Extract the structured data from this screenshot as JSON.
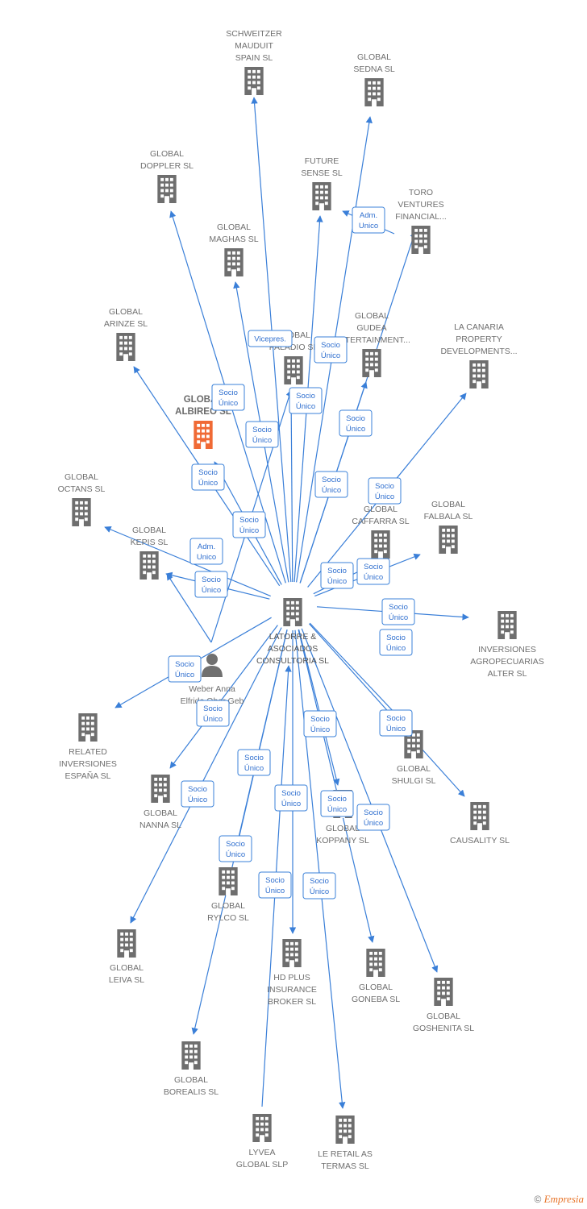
{
  "colors": {
    "edge": "#3a7fd8",
    "building": "#6e6e6e",
    "highlight": "#f06a35",
    "person": "#707070",
    "label": "#6f6f6f"
  },
  "center": {
    "id": "latorre",
    "label": [
      "LATORRE &",
      "ASOCIADOS",
      "CONSULTORIA SL"
    ],
    "icon": "building-icon"
  },
  "person": {
    "id": "weber",
    "label": [
      "Weber Anna",
      "Elfride Ober Geb"
    ],
    "icon": "person-icon"
  },
  "nodes": [
    {
      "id": "schweitzer",
      "label": [
        "SCHWEITZER",
        "MAUDUIT",
        "SPAIN SL"
      ],
      "icon": "building-icon"
    },
    {
      "id": "sedna",
      "label": [
        "GLOBAL",
        "SEDNA SL"
      ],
      "icon": "building-icon"
    },
    {
      "id": "doppler",
      "label": [
        "GLOBAL",
        "DOPPLER SL"
      ],
      "icon": "building-icon"
    },
    {
      "id": "future",
      "label": [
        "FUTURE",
        "SENSE SL"
      ],
      "icon": "building-icon"
    },
    {
      "id": "toro",
      "label": [
        "TORO",
        "VENTURES",
        "FINANCIAL..."
      ],
      "icon": "building-icon"
    },
    {
      "id": "maghas",
      "label": [
        "GLOBAL",
        "MAGHAS SL"
      ],
      "icon": "building-icon"
    },
    {
      "id": "arinze",
      "label": [
        "GLOBAL",
        "ARINZE SL"
      ],
      "icon": "building-icon"
    },
    {
      "id": "paladio",
      "label": [
        "GLOBAL",
        "PALADIO SL"
      ],
      "icon": "building-icon"
    },
    {
      "id": "gudea",
      "label": [
        "GLOBAL",
        "GUDEA",
        "ENTERTAINMENT..."
      ],
      "icon": "building-icon"
    },
    {
      "id": "lacanaria",
      "label": [
        "LA CANARIA",
        "PROPERTY",
        "DEVELOPMENTS..."
      ],
      "icon": "building-icon"
    },
    {
      "id": "albireo",
      "label": [
        "GLOBAL",
        "ALBIREO SL"
      ],
      "icon": "building-icon",
      "highlight": true
    },
    {
      "id": "octans",
      "label": [
        "GLOBAL",
        "OCTANS SL"
      ],
      "icon": "building-icon"
    },
    {
      "id": "caffarra",
      "label": [
        "GLOBAL",
        "CAFFARRA SL"
      ],
      "icon": "building-icon"
    },
    {
      "id": "falbala",
      "label": [
        "GLOBAL",
        "FALBALA SL"
      ],
      "icon": "building-icon"
    },
    {
      "id": "kepis",
      "label": [
        "GLOBAL",
        "KEPIS SL"
      ],
      "icon": "building-icon"
    },
    {
      "id": "alter",
      "label": [
        "INVERSIONES",
        "AGROPECUARIAS",
        "ALTER SL"
      ],
      "icon": "building-icon"
    },
    {
      "id": "related",
      "label": [
        "RELATED",
        "INVERSIONES",
        "ESPAÑA SL"
      ],
      "icon": "building-icon"
    },
    {
      "id": "shulgi",
      "label": [
        "GLOBAL",
        "SHULGI SL"
      ],
      "icon": "building-icon"
    },
    {
      "id": "nanna",
      "label": [
        "GLOBAL",
        "NANNA SL"
      ],
      "icon": "building-icon"
    },
    {
      "id": "koppany",
      "label": [
        "GLOBAL",
        "KOPPANY SL"
      ],
      "icon": "building-icon"
    },
    {
      "id": "causality",
      "label": [
        "CAUSALITY SL"
      ],
      "icon": "building-icon"
    },
    {
      "id": "rylco",
      "label": [
        "GLOBAL",
        "RYLCO SL"
      ],
      "icon": "building-icon"
    },
    {
      "id": "leiva",
      "label": [
        "GLOBAL",
        "LEIVA SL"
      ],
      "icon": "building-icon"
    },
    {
      "id": "hdplus",
      "label": [
        "HD PLUS",
        "INSURANCE",
        "BROKER SL"
      ],
      "icon": "building-icon"
    },
    {
      "id": "goneba",
      "label": [
        "GLOBAL",
        "GONEBA SL"
      ],
      "icon": "building-icon"
    },
    {
      "id": "goshenita",
      "label": [
        "GLOBAL",
        "GOSHENITA SL"
      ],
      "icon": "building-icon"
    },
    {
      "id": "borealis",
      "label": [
        "GLOBAL",
        "BOREALIS SL"
      ],
      "icon": "building-icon"
    },
    {
      "id": "lyvea",
      "label": [
        "LYVEA",
        "GLOBAL SLP"
      ],
      "icon": "building-icon"
    },
    {
      "id": "leretail",
      "label": [
        "LE RETAIL AS",
        "TERMAS SL"
      ],
      "icon": "building-icon"
    }
  ],
  "relations": [
    {
      "from": "latorre",
      "to": "schweitzer",
      "label": ""
    },
    {
      "from": "latorre",
      "to": "sedna",
      "label": ""
    },
    {
      "from": "latorre",
      "to": "doppler",
      "label": [
        "Socio",
        "Único"
      ]
    },
    {
      "from": "latorre",
      "to": "future",
      "label": [
        "Socio",
        "Único"
      ]
    },
    {
      "from": "toro",
      "to": "future",
      "label": [
        "Adm.",
        "Unico"
      ]
    },
    {
      "from": "latorre",
      "to": "toro",
      "label": [
        "Socio",
        "Único"
      ]
    },
    {
      "from": "latorre",
      "to": "maghas",
      "label": [
        "Socio",
        "Único"
      ]
    },
    {
      "from": "latorre",
      "to": "arinze",
      "label": [
        "Socio",
        "Único"
      ]
    },
    {
      "from": "latorre",
      "to": "paladio",
      "label": [
        "Socio",
        "Único"
      ]
    },
    {
      "from": "weber",
      "to": "paladio",
      "label": [
        "Vicepres."
      ]
    },
    {
      "from": "latorre",
      "to": "gudea",
      "label": [
        "Socio",
        "Único"
      ]
    },
    {
      "from": "latorre",
      "to": "lacanaria",
      "label": [
        "Socio",
        "Único"
      ]
    },
    {
      "from": "latorre",
      "to": "albireo",
      "label": [
        "Socio",
        "Único"
      ]
    },
    {
      "from": "latorre",
      "to": "octans",
      "label": [
        "Socio",
        "Único"
      ]
    },
    {
      "from": "weber",
      "to": "kepis",
      "label": [
        "Adm.",
        "Unico"
      ]
    },
    {
      "from": "latorre",
      "to": "kepis",
      "label": [
        "Socio",
        "Único"
      ]
    },
    {
      "from": "latorre",
      "to": "caffarra",
      "label": [
        "Socio",
        "Único"
      ]
    },
    {
      "from": "latorre",
      "to": "falbala",
      "label": [
        "Socio",
        "Único"
      ]
    },
    {
      "from": "latorre",
      "to": "alter",
      "label": [
        "Socio",
        "Único"
      ]
    },
    {
      "from": "latorre",
      "to": "related",
      "label": [
        "Socio",
        "Único"
      ]
    },
    {
      "from": "latorre",
      "to": "shulgi",
      "label": [
        "Socio",
        "Único"
      ]
    },
    {
      "from": "latorre",
      "to": "nanna",
      "label": [
        "Socio",
        "Único"
      ]
    },
    {
      "from": "latorre",
      "to": "koppany",
      "label": [
        "Socio",
        "Único"
      ]
    },
    {
      "from": "latorre",
      "to": "causality",
      "label": [
        "Socio",
        "Único"
      ]
    },
    {
      "from": "latorre",
      "to": "rylco",
      "label": [
        "Socio",
        "Único"
      ]
    },
    {
      "from": "latorre",
      "to": "leiva",
      "label": [
        "Socio",
        "Único"
      ]
    },
    {
      "from": "latorre",
      "to": "hdplus",
      "label": [
        "Socio",
        "Único"
      ]
    },
    {
      "from": "latorre",
      "to": "goneba",
      "label": [
        "Socio",
        "Único"
      ]
    },
    {
      "from": "latorre",
      "to": "goshenita",
      "label": [
        "Socio",
        "Único"
      ]
    },
    {
      "from": "latorre",
      "to": "borealis",
      "label": [
        "Socio",
        "Único"
      ]
    },
    {
      "from": "lyvea",
      "to": "latorre",
      "label": [
        "Socio",
        "Único"
      ]
    },
    {
      "from": "latorre",
      "to": "leretail",
      "label": [
        "Socio",
        "Único"
      ]
    }
  ],
  "footer": {
    "copyright": "©",
    "brand": "Empresia"
  }
}
